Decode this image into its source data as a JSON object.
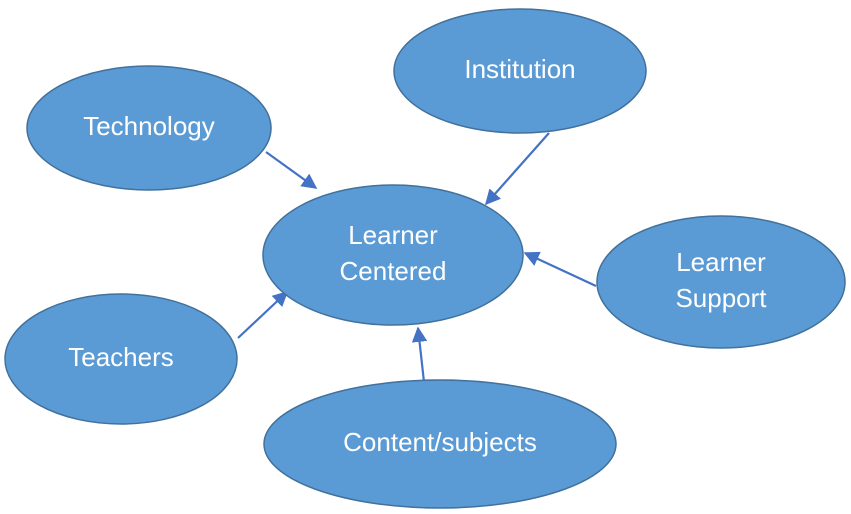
{
  "diagram": {
    "center": {
      "lines": [
        "Learner",
        "Centered"
      ]
    },
    "nodes": [
      {
        "id": "technology",
        "lines": [
          "Technology"
        ]
      },
      {
        "id": "institution",
        "lines": [
          "Institution"
        ]
      },
      {
        "id": "learner-support",
        "lines": [
          "Learner",
          "Support"
        ]
      },
      {
        "id": "teachers",
        "lines": [
          "Teachers"
        ]
      },
      {
        "id": "content-subjects",
        "lines": [
          "Content/subjects"
        ]
      }
    ],
    "colors": {
      "node_fill": "#5b9bd5",
      "node_stroke": "#41719c",
      "arrow": "#4472c4",
      "text": "#ffffff"
    }
  }
}
